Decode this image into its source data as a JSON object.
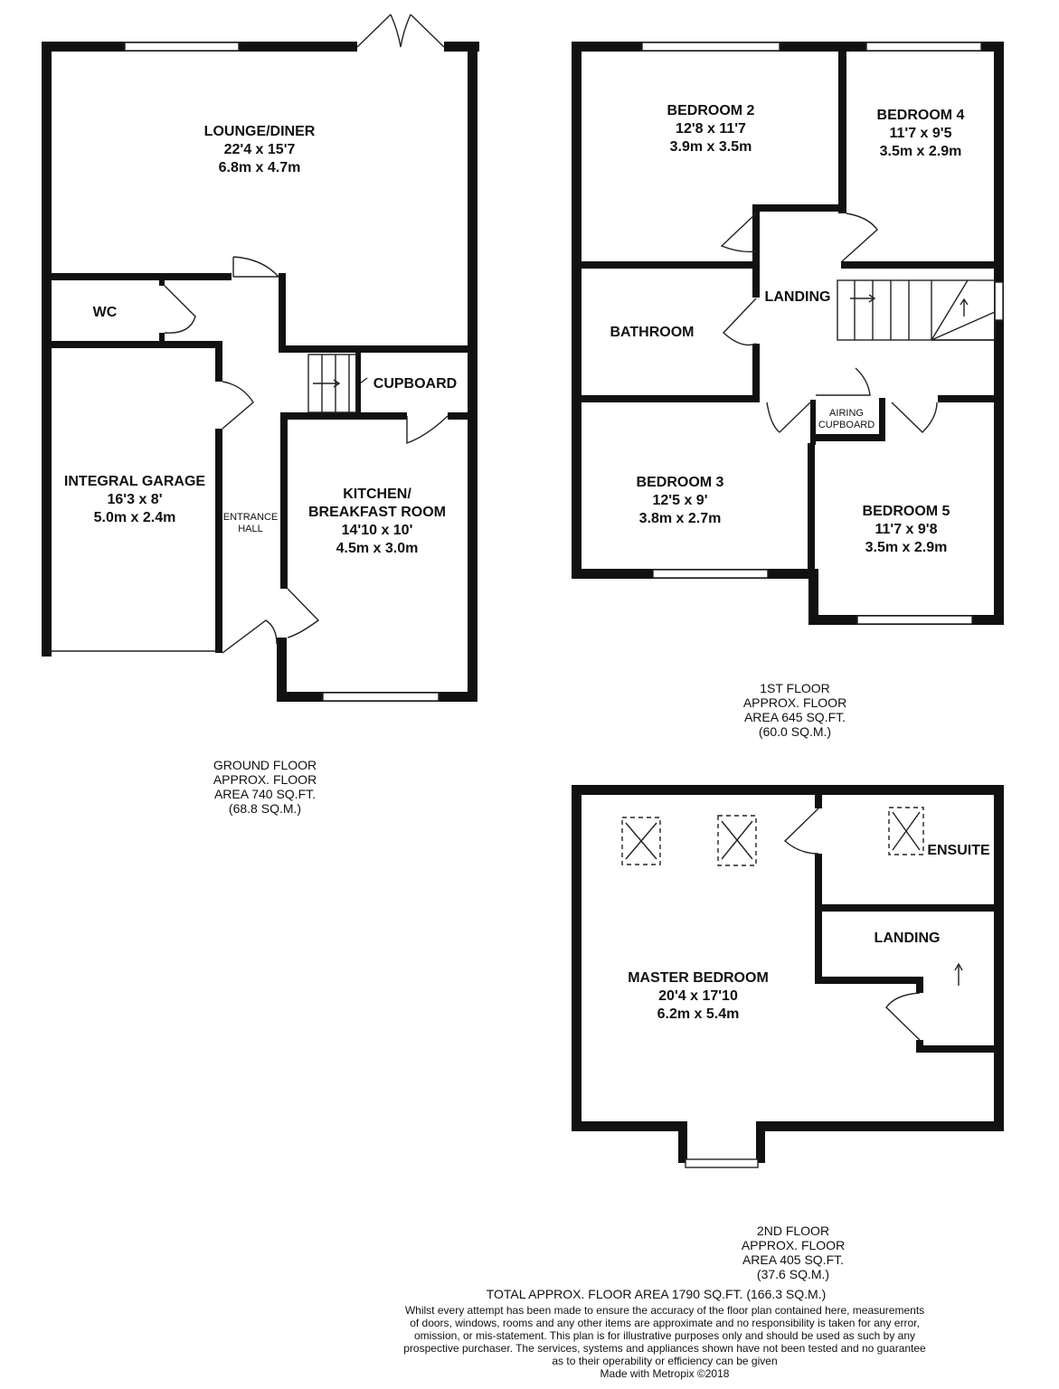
{
  "ground_floor": {
    "rooms": {
      "lounge": {
        "name": "LOUNGE/DINER",
        "imperial": "22'4 x 15'7",
        "metric": "6.8m x 4.7m"
      },
      "wc": {
        "name": "WC"
      },
      "garage": {
        "name": "INTEGRAL GARAGE",
        "imperial": "16'3 x 8'",
        "metric": "5.0m x 2.4m"
      },
      "hall": {
        "line1": "ENTRANCE",
        "line2": "HALL"
      },
      "cupboard": {
        "name": "CUPBOARD"
      },
      "kitchen": {
        "line1": "KITCHEN/",
        "line2": "BREAKFAST ROOM",
        "imperial": "14'10 x 10'",
        "metric": "4.5m x 3.0m"
      }
    },
    "area": {
      "line1": "GROUND FLOOR",
      "line2": "APPROX. FLOOR",
      "line3": "AREA 740 SQ.FT.",
      "line4": "(68.8 SQ.M.)"
    }
  },
  "first_floor": {
    "rooms": {
      "bedroom2": {
        "name": "BEDROOM 2",
        "imperial": "12'8 x 11'7",
        "metric": "3.9m x 3.5m"
      },
      "bedroom4": {
        "name": "BEDROOM 4",
        "imperial": "11'7 x 9'5",
        "metric": "3.5m x 2.9m"
      },
      "landing": {
        "name": "LANDING"
      },
      "bathroom": {
        "name": "BATHROOM"
      },
      "airing": {
        "line1": "AIRING",
        "line2": "CUPBOARD"
      },
      "bedroom3": {
        "name": "BEDROOM 3",
        "imperial": "12'5 x 9'",
        "metric": "3.8m x 2.7m"
      },
      "bedroom5": {
        "name": "BEDROOM 5",
        "imperial": "11'7 x 9'8",
        "metric": "3.5m x 2.9m"
      }
    },
    "area": {
      "line1": "1ST FLOOR",
      "line2": "APPROX. FLOOR",
      "line3": "AREA 645 SQ.FT.",
      "line4": "(60.0 SQ.M.)"
    }
  },
  "second_floor": {
    "rooms": {
      "master": {
        "name": "MASTER BEDROOM",
        "imperial": "20'4 x 17'10",
        "metric": "6.2m x 5.4m"
      },
      "ensuite": {
        "name": "ENSUITE"
      },
      "landing": {
        "name": "LANDING"
      }
    },
    "area": {
      "line1": "2ND FLOOR",
      "line2": "APPROX. FLOOR",
      "line3": "AREA 405 SQ.FT.",
      "line4": "(37.6 SQ.M.)"
    }
  },
  "total": "TOTAL APPROX. FLOOR AREA 1790 SQ.FT. (166.3 SQ.M.)",
  "disclaimer": {
    "line1": "Whilst every attempt has been made to ensure the accuracy of the floor plan contained here, measurements",
    "line2": "of doors, windows, rooms and any other items are approximate and no responsibility is taken for any error,",
    "line3": "omission, or mis-statement. This plan is for illustrative purposes only and should be used as such by any",
    "line4": "prospective purchaser. The services, systems and appliances shown have not been tested and no guarantee",
    "line5": "as to their operability or efficiency can be given",
    "line6": "Made with Metropix ©2018"
  }
}
